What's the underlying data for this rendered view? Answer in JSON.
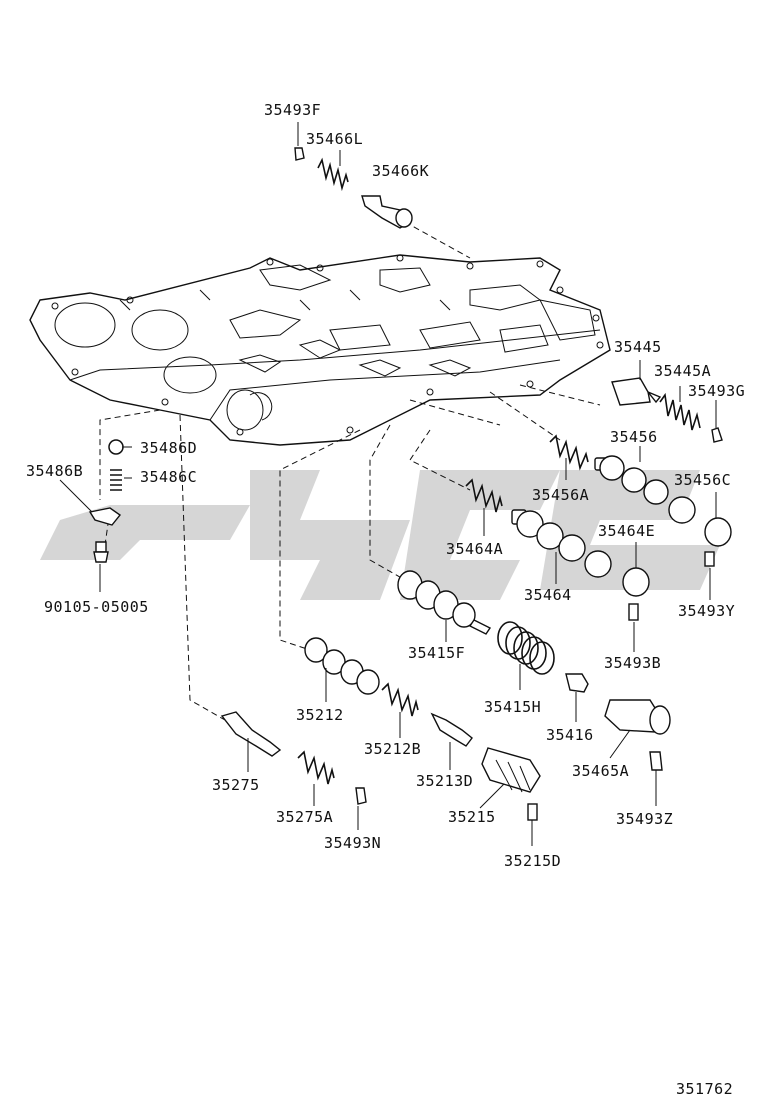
{
  "diagram_id": "351762",
  "parts": {
    "p35493F": "35493F",
    "p35466L": "35466L",
    "p35466K": "35466K",
    "p35445": "35445",
    "p35445A": "35445A",
    "p35493G": "35493G",
    "p35456": "35456",
    "p35486D": "35486D",
    "p35486B": "35486B",
    "p35486C": "35486C",
    "p35456A": "35456A",
    "p35456C": "35456C",
    "p35464E": "35464E",
    "p35464A": "35464A",
    "p90105": "90105-05005",
    "p35464": "35464",
    "p35493Y": "35493Y",
    "p35415F": "35415F",
    "p35493B": "35493B",
    "p35212": "35212",
    "p35415H": "35415H",
    "p35212B": "35212B",
    "p35416": "35416",
    "p35465A": "35465A",
    "p35275": "35275",
    "p35213D": "35213D",
    "p35275A": "35275A",
    "p35215": "35215",
    "p35493Z": "35493Z",
    "p35493N": "35493N",
    "p35215D": "35215D"
  }
}
